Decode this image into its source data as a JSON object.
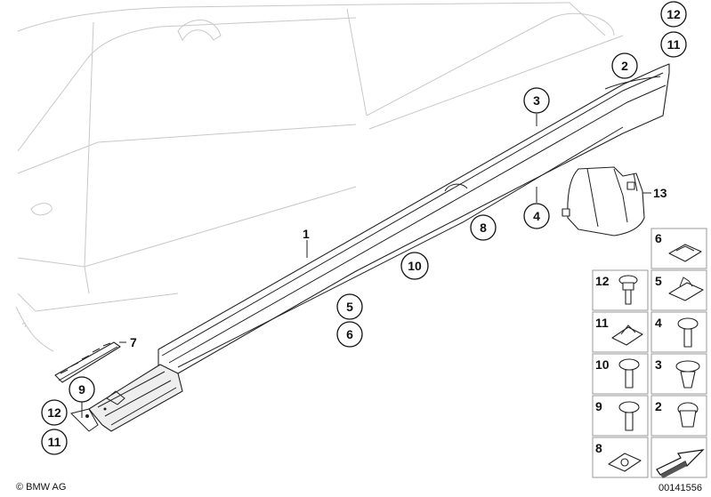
{
  "callouts": [
    {
      "text": "12"
    },
    {
      "text": "11"
    },
    {
      "text": "2"
    },
    {
      "text": "3"
    },
    {
      "text": "4"
    },
    {
      "text": "8"
    },
    {
      "text": "10"
    },
    {
      "text": "5"
    },
    {
      "text": "6"
    },
    {
      "text": "9"
    },
    {
      "text": "12"
    },
    {
      "text": "11"
    }
  ],
  "plain_labels": [
    {
      "text": "1"
    },
    {
      "text": "7"
    },
    {
      "text": "13"
    }
  ],
  "grid": [
    {
      "text": "6"
    },
    {
      "text": "12"
    },
    {
      "text": "5"
    },
    {
      "text": "11"
    },
    {
      "text": "4"
    },
    {
      "text": "10"
    },
    {
      "text": "3"
    },
    {
      "text": "9"
    },
    {
      "text": "2"
    },
    {
      "text": "8"
    }
  ],
  "footer": {
    "copyright": "© BMW AG",
    "drawing_number": "00141556"
  }
}
